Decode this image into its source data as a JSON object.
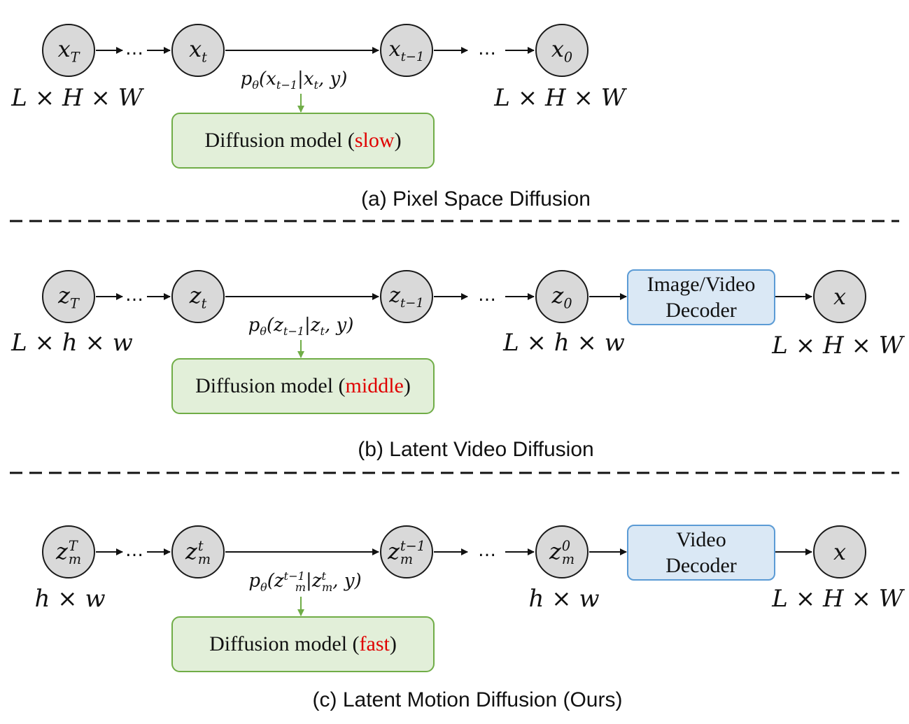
{
  "rows": [
    {
      "caption": "(a) Pixel Space Diffusion",
      "node_T": "x_T",
      "node_t": "x_t",
      "node_t1": "x_{t−1}",
      "node_0": "x_0",
      "dims_start": "L × H × W",
      "dims_mid": "L × H × W",
      "cond": "p_θ(x_{t−1}|x_t, y)",
      "model_label": "Diffusion model (",
      "model_speed": "slow",
      "model_close": ")"
    },
    {
      "caption": "(b) Latent Video Diffusion",
      "node_T": "z_T",
      "node_t": "z_t",
      "node_t1": "z_{t−1}",
      "node_0": "z_0",
      "node_out": "x",
      "dims_start": "L × h × w",
      "dims_mid": "L × h × w",
      "dims_out": "L × H × W",
      "cond": "p_θ(z_{t−1}|z_t, y)",
      "model_label": "Diffusion model (",
      "model_speed": "middle",
      "model_close": ")",
      "decoder_line1": "Image/Video",
      "decoder_line2": "Decoder"
    },
    {
      "caption": "(c) Latent Motion Diffusion (Ours)",
      "node_T": "z_m^T",
      "node_t": "z_m^t",
      "node_t1": "z_m^{t−1}",
      "node_0": "z_m^0",
      "node_out": "x",
      "dims_start": "h × w",
      "dims_mid": "h × w",
      "dims_out": "L × H × W",
      "cond": "p_θ(z_m^{t−1}|z_m^t, y)",
      "model_label": "Diffusion model (",
      "model_speed": "fast",
      "model_close": ")",
      "decoder_line1": "Video",
      "decoder_line2": "Decoder"
    }
  ],
  "ellipsis": "…",
  "colors": {
    "node_fill": "#d9d9d9",
    "model_fill": "#e2efd9",
    "model_border": "#70ad47",
    "decoder_fill": "#dae8f5",
    "decoder_border": "#5b9bd5",
    "speed_text": "#e00000",
    "cond_arrow": "#70ad47"
  }
}
